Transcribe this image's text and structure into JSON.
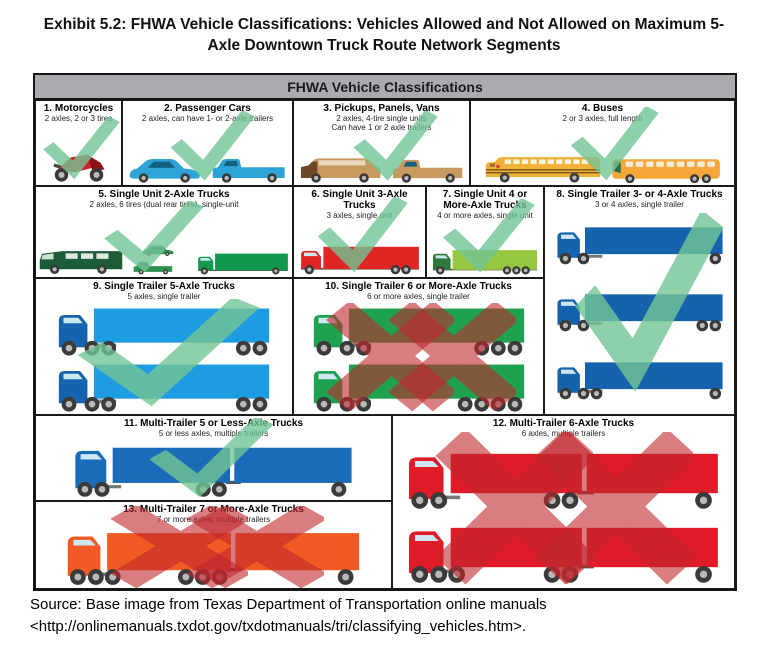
{
  "title": {
    "line1": "Exhibit 5.2: FHWA Vehicle Classifications: Vehicles Allowed and Not Allowed on Maximum 5-",
    "line2": "Axle Downtown Truck Route Network Segments"
  },
  "table": {
    "header": "FHWA Vehicle Classifications"
  },
  "colors": {
    "check": "#72c493",
    "cross": "#c1272d",
    "header_bg": "#a9abae",
    "border": "#151515"
  },
  "classifications": [
    {
      "id": 1,
      "title": "1. Motorcycles",
      "sub": [
        "2 axles, 2 or 3 tires"
      ],
      "mark": "check",
      "vehicles": [
        {
          "type": "motorcycle",
          "color": "#c8232b"
        }
      ]
    },
    {
      "id": 2,
      "title": "2. Passenger Cars",
      "sub": [
        "2 axles, can have 1- or 2-axle trailers"
      ],
      "mark": "check",
      "vehicles": [
        {
          "type": "sedan",
          "color": "#2ea3d8"
        },
        {
          "type": "pickup",
          "color": "#2ea3d8"
        }
      ]
    },
    {
      "id": 3,
      "title": "3. Pickups, Panels, Vans",
      "sub": [
        "2 axles, 4-tire single units",
        "Can have 1 or 2 axle trailers"
      ],
      "mark": "check",
      "vehicles": [
        {
          "type": "wagon",
          "color": "#c99a60"
        },
        {
          "type": "pickup",
          "color": "#c99a60"
        }
      ]
    },
    {
      "id": 4,
      "title": "4. Buses",
      "sub": [
        "2 or 3 axles, full length"
      ],
      "mark": "check",
      "vehicles": [
        {
          "type": "schoolbus",
          "color": "#f0b13a"
        },
        {
          "type": "coach",
          "color": "#f5a73a"
        }
      ]
    },
    {
      "id": 5,
      "title": "5. Single Unit 2-Axle Trucks",
      "sub": [
        "2 axles, 6 tires (dual rear tires), single-unit"
      ],
      "mark": "check",
      "vehicles": [
        {
          "type": "rv",
          "color": "#1d5c39"
        },
        {
          "type": "carpickup",
          "color": "#2e9150"
        },
        {
          "type": "boxtruck",
          "color": "#13994e",
          "axles": 2
        }
      ]
    },
    {
      "id": 6,
      "title": "6. Single Unit 3-Axle Trucks",
      "sub": [
        "3 axles, single unit"
      ],
      "mark": "check",
      "vehicles": [
        {
          "type": "boxtruck",
          "color": "#e02525",
          "axles": 3
        }
      ]
    },
    {
      "id": 7,
      "title": "7. Single Unit 4 or More-Axle Trucks",
      "sub": [
        "4 or more axles, single unit"
      ],
      "mark": "check",
      "vehicles": [
        {
          "type": "boxtruck",
          "color": "#95c83e",
          "cab": "#2f7a3a",
          "axles": 4
        }
      ]
    },
    {
      "id": 8,
      "title": "8. Single Trailer 3- or 4-Axle Trucks",
      "sub": [
        "3 or 4 axles, single trailer"
      ],
      "mark": "check",
      "vehicles": [
        {
          "type": "semi",
          "color": "#1563ad",
          "cab": "#1563ad",
          "mid": 1,
          "rear": 1
        },
        {
          "type": "semi",
          "color": "#1563ad",
          "cab": "#1563ad",
          "mid": 1,
          "rear": 2
        },
        {
          "type": "semi",
          "color": "#1563ad",
          "cab": "#1563ad",
          "mid": 2,
          "rear": 1
        }
      ]
    },
    {
      "id": 9,
      "title": "9. Single Trailer 5-Axle Trucks",
      "sub": [
        "5 axles, single trailer"
      ],
      "mark": "check",
      "vehicles": [
        {
          "type": "semi",
          "color": "#1e9ce2",
          "cab": "#1563ad",
          "mid": 2,
          "rear": 2
        },
        {
          "type": "semi",
          "color": "#1e9ce2",
          "cab": "#1563ad",
          "mid": 2,
          "rear": 2
        }
      ]
    },
    {
      "id": 10,
      "title": "10. Single Trailer 6 or More-Axle Trucks",
      "sub": [
        "6 or more axles, single trailer"
      ],
      "mark": "double-cross",
      "vehicles": [
        {
          "type": "semi",
          "color": "#1fa24f",
          "cab": "#1fa24f",
          "mid": 2,
          "rear": 3
        },
        {
          "type": "semi",
          "color": "#1fa24f",
          "cab": "#1fa24f",
          "mid": 2,
          "rear": 4
        }
      ]
    },
    {
      "id": 11,
      "title": "11. Multi-Trailer 5 or Less-Axle Trucks",
      "sub": [
        "5 or less axles, multiple trailers"
      ],
      "mark": "check",
      "vehicles": [
        {
          "type": "double",
          "color": "#1b6cb8",
          "mid": 1,
          "t1rear": 2,
          "rear": 1
        }
      ]
    },
    {
      "id": 12,
      "title": "12. Multi-Trailer 6-Axle Trucks",
      "sub": [
        "6 axles, multiple trailers"
      ],
      "mark": "double-cross",
      "vehicles": [
        {
          "type": "double",
          "color": "#e01b28",
          "mid": 1,
          "t1rear": 2,
          "rear": 1
        },
        {
          "type": "double",
          "color": "#e01b28",
          "mid": 2,
          "t1rear": 2,
          "rear": 1
        }
      ]
    },
    {
      "id": 13,
      "title": "13. Multi-Trailer 7 or More-Axle Trucks",
      "sub": [
        "7 or more axles, multiple trailers"
      ],
      "mark": "double-cross",
      "vehicles": [
        {
          "type": "double",
          "color": "#f15a22",
          "mid": 2,
          "t1rear": 3,
          "rear": 1
        }
      ]
    }
  ],
  "source": {
    "line1": "Source: Base image from Texas Department of Transportation online manuals",
    "line2": "<http://onlinemanuals.txdot.gov/txdotmanuals/tri/classifying_vehicles.htm>."
  }
}
